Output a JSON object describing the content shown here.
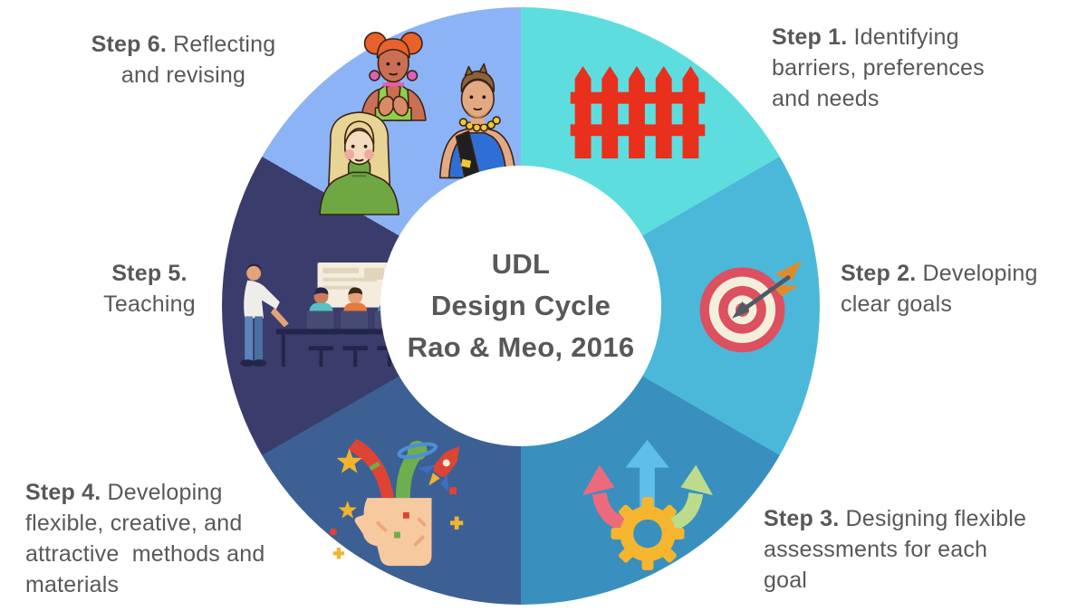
{
  "title": "UDL Design Cycle",
  "background": "#FFFFFF",
  "text_color": "#58585B",
  "center": {
    "line1": "UDL",
    "line2": "Design Cycle",
    "line3": "Rao & Meo, 2016"
  },
  "steps": [
    {
      "step_label": "Step 1.",
      "description": " Identifying\nbarriers, preferences\nand needs",
      "color": "#5EDDDE",
      "icon": "picket-fence"
    },
    {
      "step_label": "Step 2.",
      "description": " Developing\nclear goals",
      "color": "#4BB8D9",
      "icon": "target-with-arrow"
    },
    {
      "step_label": "Step 3.",
      "description": " Designing flexible\nassessments for each\ngoal",
      "color": "#3990BE",
      "icon": "gear-with-arrows"
    },
    {
      "step_label": "Step 4.",
      "description": " Developing\nflexible, creative, and\nattractive  methods and\nmaterials",
      "color": "#3D6094",
      "icon": "creative-open-head"
    },
    {
      "step_label": "Step 5.",
      "description": "\nTeaching",
      "color": "#3A3D6B",
      "icon": "teaching-classroom"
    },
    {
      "step_label": "Step 6.",
      "description": " Reflecting\nand revising",
      "color": "#8DB3F7",
      "icon": "diverse-people"
    }
  ]
}
